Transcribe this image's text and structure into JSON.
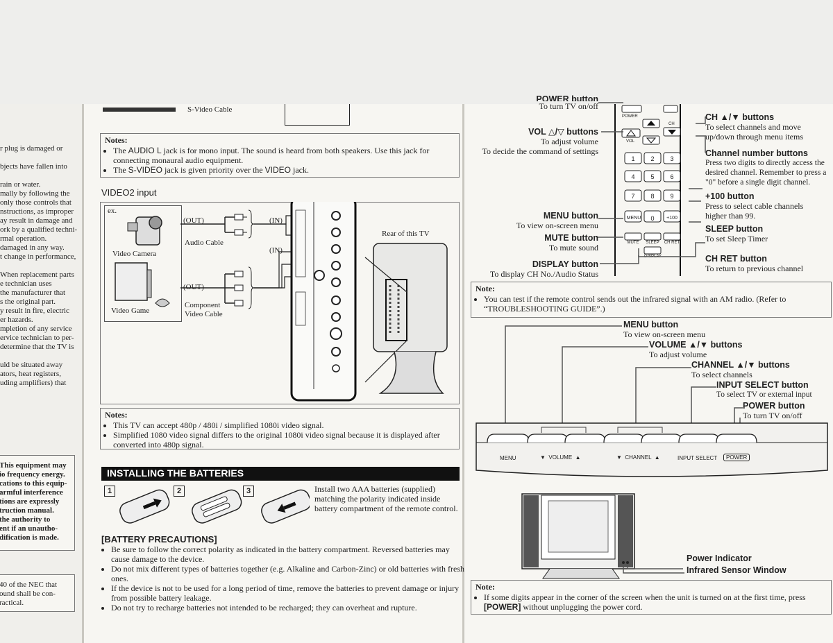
{
  "left_fragments": {
    "lines_a": [
      "r plug is damaged or",
      "",
      "bjects have fallen into",
      "",
      "rain or water.",
      "mally by following the",
      "only those controls that",
      "nstructions, as improper",
      "ay result in damage and",
      "ork by a qualified techni-",
      "rmal operation.",
      "damaged in any way.",
      "t change in performance,",
      "",
      "When replacement parts",
      "e technician uses",
      "the manufacturer that",
      "s the original part.",
      "y result in fire, electric",
      "er hazards.",
      "mpletion of any service",
      "ervice technician to per-",
      "determine that the TV is",
      "",
      "uld be situated away",
      "ators, heat registers,",
      "uding amplifiers) that"
    ],
    "lines_b": [
      "This equipment may",
      "io frequency energy.",
      "cations to this equip-",
      "armful interference",
      "tions are expressly",
      "truction manual.",
      "the authority to",
      "ent if an unautho-",
      "dification is made."
    ],
    "lines_c": [
      "40 of the NEC that",
      "ound shall be con-",
      "ractical."
    ]
  },
  "middle": {
    "svideo_cable": "S-Video Cable",
    "notes1": {
      "title": "Notes:",
      "b1_pre": "The ",
      "b1_key": "AUDIO L",
      "b1_post": " jack is for mono input. The sound is heard from both speakers. Use this jack for connecting monaural audio equipment.",
      "b2_pre": "The ",
      "b2_key": "S-VIDEO",
      "b2_mid": " jack is given priority over the ",
      "b2_key2": "VIDEO",
      "b2_post": " jack."
    },
    "video2": {
      "heading": "VIDEO2 input",
      "ex": "ex.",
      "video_camera": "Video Camera",
      "video_game": "Video Game",
      "out1": "(OUT)",
      "out2": "(OUT)",
      "in1": "(IN)",
      "in2": "(IN)",
      "audio_cable": "Audio Cable",
      "component_cable": "Component Video Cable",
      "rear": "Rear of this TV"
    },
    "notes2": {
      "title": "Notes:",
      "b1": "This TV can accept 480p / 480i / simplified 1080i video signal.",
      "b2": "Simplified 1080 video signal differs to the original 1080i video signal because it is displayed after converted into 480p signal."
    },
    "batteries": {
      "title": "INSTALLING THE BATTERIES",
      "steps": [
        "1",
        "2",
        "3"
      ],
      "text": "Install two AAA batteries (supplied) matching the polarity indicated inside battery compartment of the remote control.",
      "precautions_title": "[BATTERY PRECAUTIONS]",
      "items": [
        "Be sure to follow the correct polarity as indicated in the battery compartment. Reversed batteries may cause damage to the device.",
        "Do not mix different types of batteries together (e.g. Alkaline and Carbon-Zinc) or old batteries with fresh ones.",
        "If the device is not to be used for a long period of time, remove the batteries to prevent damage or injury from possible battery leakage.",
        "Do not try to recharge batteries not intended to be recharged; they can overheat and rupture."
      ]
    }
  },
  "remote": {
    "power": {
      "title": "POWER button",
      "desc": "To turn TV on/off"
    },
    "vol": {
      "title": "VOL △/▽ buttons",
      "desc1": "To adjust volume",
      "desc2": "To decide the command of settings"
    },
    "ch": {
      "title": "CH ▲/▼ buttons",
      "desc": "To select channels and move up/down through menu items"
    },
    "chnum": {
      "title": "Channel number buttons",
      "desc": "Press two digits to directly access the desired channel. Remember to press a \"0\" before a single digit channel."
    },
    "plus100": {
      "title": "+100 button",
      "desc": "Press to select cable channels higher than 99."
    },
    "sleep": {
      "title": "SLEEP button",
      "desc": "To set Sleep Timer"
    },
    "chret": {
      "title": "CH RET button",
      "desc": "To return to previous channel"
    },
    "menu": {
      "title": "MENU button",
      "desc": "To view on-screen menu"
    },
    "mute": {
      "title": "MUTE button",
      "desc": "To mute sound"
    },
    "display": {
      "title": "DISPLAY button",
      "desc": "To display CH No./Audio Status"
    },
    "keys": {
      "power": "POWER",
      "ch": "CH",
      "vol": "VOL",
      "digits": [
        "1",
        "2",
        "3",
        "4",
        "5",
        "6",
        "7",
        "8",
        "9"
      ],
      "menu": "MENU",
      "zero": "0",
      "plus100": "+100",
      "mute": "MUTE",
      "sleep": "SLEEP",
      "chret": "CH RET",
      "display": "DISPLAY"
    }
  },
  "note1": {
    "title": "Note:",
    "text": "You can test if the remote control sends out the infrared signal with an AM radio. (Refer to “TROUBLESHOOTING GUIDE”.)"
  },
  "front": {
    "menu": {
      "title": "MENU button",
      "desc": "To view on-screen menu"
    },
    "volume": {
      "title": "VOLUME ▲/▼ buttons",
      "desc": "To adjust volume"
    },
    "channel": {
      "title": "CHANNEL ▲/▼ buttons",
      "desc": "To select channels"
    },
    "input": {
      "title": "INPUT SELECT button",
      "desc": "To select TV or external input"
    },
    "power": {
      "title": "POWER button",
      "desc": "To turn TV on/off"
    },
    "panel": {
      "menu": "MENU",
      "volume": "▼  VOLUME  ▲",
      "channel": "▼  CHANNEL  ▲",
      "input": "INPUT SELECT",
      "power": "POWER"
    },
    "power_indicator": "Power Indicator",
    "infrared": "Infrared Sensor Window"
  },
  "note2": {
    "title": "Note:",
    "pre": "If some digits appear in the corner of the screen when the unit is turned on at the first time, press ",
    "key": "[POWER]",
    "post": " without unplugging the power cord."
  }
}
